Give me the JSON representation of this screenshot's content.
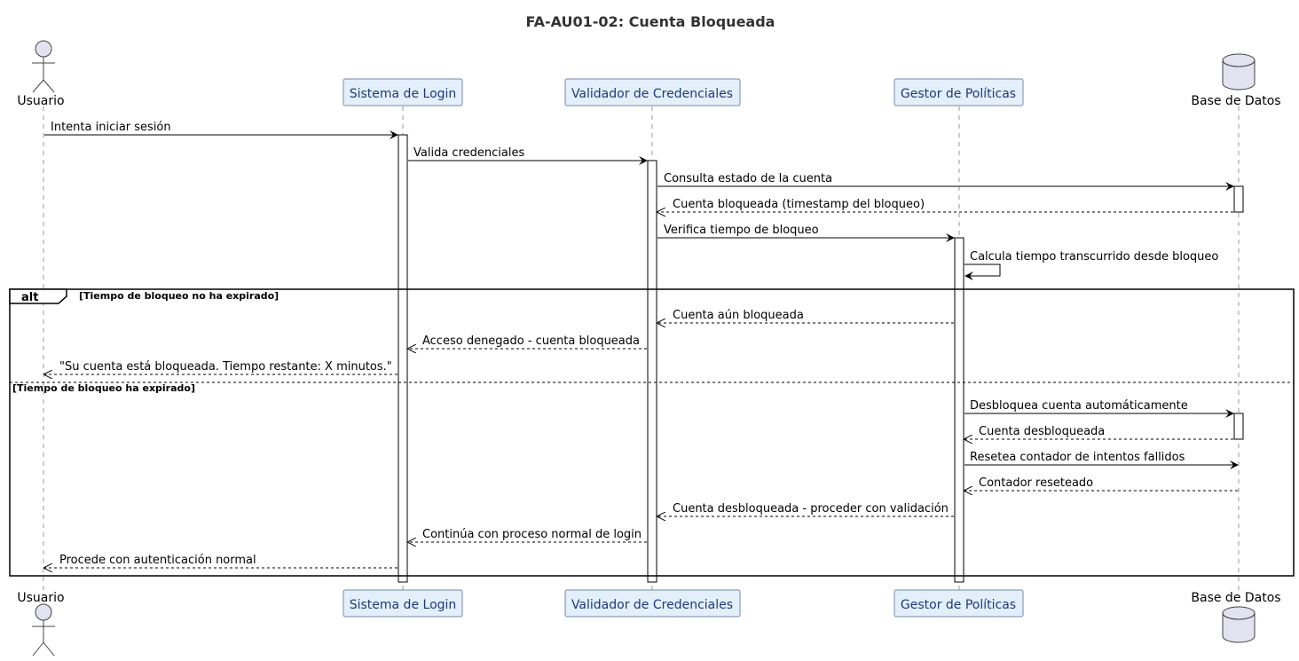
{
  "title": "FA-AU01-02: Cuenta Bloqueada",
  "colors": {
    "participant_fill": "#e3effb",
    "participant_stroke": "#7a8aa8",
    "participant_text": "#1b3a7a",
    "actor_fill": "#e2e2f0",
    "db_fill": "#e2e2f0"
  },
  "participants": {
    "usuario": "Usuario",
    "login": "Sistema de Login",
    "validador": "Validador de Credenciales",
    "gestor": "Gestor de Políticas",
    "bd": "Base de Datos"
  },
  "messages": {
    "m1": "Intenta iniciar sesión",
    "m2": "Valida credenciales",
    "m3": "Consulta estado de la cuenta",
    "m4": "Cuenta bloqueada (timestamp del bloqueo)",
    "m5": "Verifica tiempo de bloqueo",
    "m6": "Calcula tiempo transcurrido desde bloqueo",
    "m7": "Cuenta aún bloqueada",
    "m8": "Acceso denegado - cuenta bloqueada",
    "m9": "\"Su cuenta está bloqueada. Tiempo restante: X minutos.\"",
    "m10": "Desbloquea cuenta automáticamente",
    "m11": "Cuenta desbloqueada",
    "m12": "Resetea contador de intentos fallidos",
    "m13": "Contador reseteado",
    "m14": "Cuenta desbloqueada - proceder con validación",
    "m15": "Continúa con proceso normal de login",
    "m16": "Procede con autenticación normal"
  },
  "alt": {
    "keyword": "alt",
    "guard1": "[Tiempo de bloqueo no ha expirado]",
    "guard2": "[Tiempo de bloqueo ha expirado]"
  }
}
